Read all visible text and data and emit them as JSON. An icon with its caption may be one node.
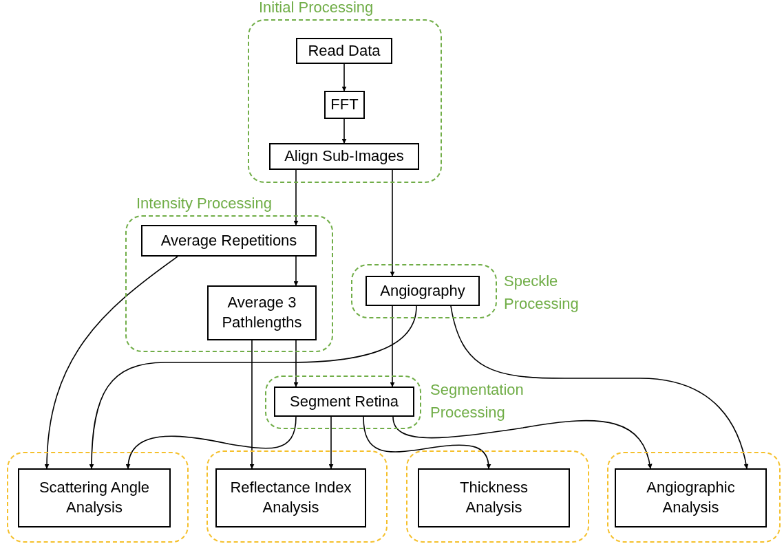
{
  "diagram": {
    "nodes": [
      {
        "text": [
          "Initial Processing"
        ]
      },
      {
        "text": [
          "Read Data"
        ],
        "in": 0
      },
      {
        "text": [
          "FFT"
        ],
        "in": 0
      },
      {
        "text": [
          "Align Sub-Images"
        ],
        "in": 0
      },
      {
        "text": [
          "Intensity Processing"
        ]
      },
      {
        "text": [
          "Average Repetitions"
        ],
        "in": 4
      },
      {
        "text": [
          "Average 3 Pathlengths"
        ],
        "in": 4
      },
      {
        "text": [
          "Speckle Processing"
        ]
      },
      {
        "text": [
          "Angiography"
        ],
        "in": 7
      },
      {
        "text": [
          "Segmentation Processing"
        ]
      },
      {
        "text": [
          "Segment Retina"
        ],
        "in": 9
      },
      {
        "text": [],
        "shape": "box"
      },
      {
        "text": [
          "Scattering Angle Analysis"
        ],
        "in": 11
      },
      {
        "text": [],
        "shape": "box"
      },
      {
        "text": [
          "Reflectance Index Analysis"
        ],
        "in": 13
      },
      {
        "text": [],
        "shape": "box"
      },
      {
        "text": [
          "Thickness Analysis"
        ],
        "in": 15
      },
      {
        "text": [],
        "shape": "box"
      },
      {
        "text": [
          "Angiographic Analysis"
        ],
        "in": 17
      }
    ],
    "edges": [
      {
        "from": 1,
        "to": 2,
        "arrow": "to"
      },
      {
        "from": 2,
        "to": 3,
        "arrow": "to"
      },
      {
        "from": 3,
        "to": 5,
        "arrow": "to"
      },
      {
        "from": 3,
        "to": 8,
        "arrow": "to"
      },
      {
        "from": 5,
        "to": 6,
        "arrow": "to"
      },
      {
        "from": 5,
        "to": 12,
        "arrow": "to"
      },
      {
        "from": 6,
        "to": 14,
        "arrow": "to"
      },
      {
        "from": 6,
        "to": 10,
        "arrow": "to"
      },
      {
        "from": 8,
        "to": 10,
        "arrow": "to"
      },
      {
        "from": 8,
        "to": 12,
        "arrow": "to"
      },
      {
        "from": 8,
        "to": 18,
        "arrow": "to"
      },
      {
        "from": 10,
        "to": 12,
        "arrow": "to"
      },
      {
        "from": 10,
        "to": 14,
        "arrow": "to"
      },
      {
        "from": 10,
        "to": 16,
        "arrow": "to"
      },
      {
        "from": 10,
        "to": 18,
        "arrow": "to"
      }
    ]
  }
}
